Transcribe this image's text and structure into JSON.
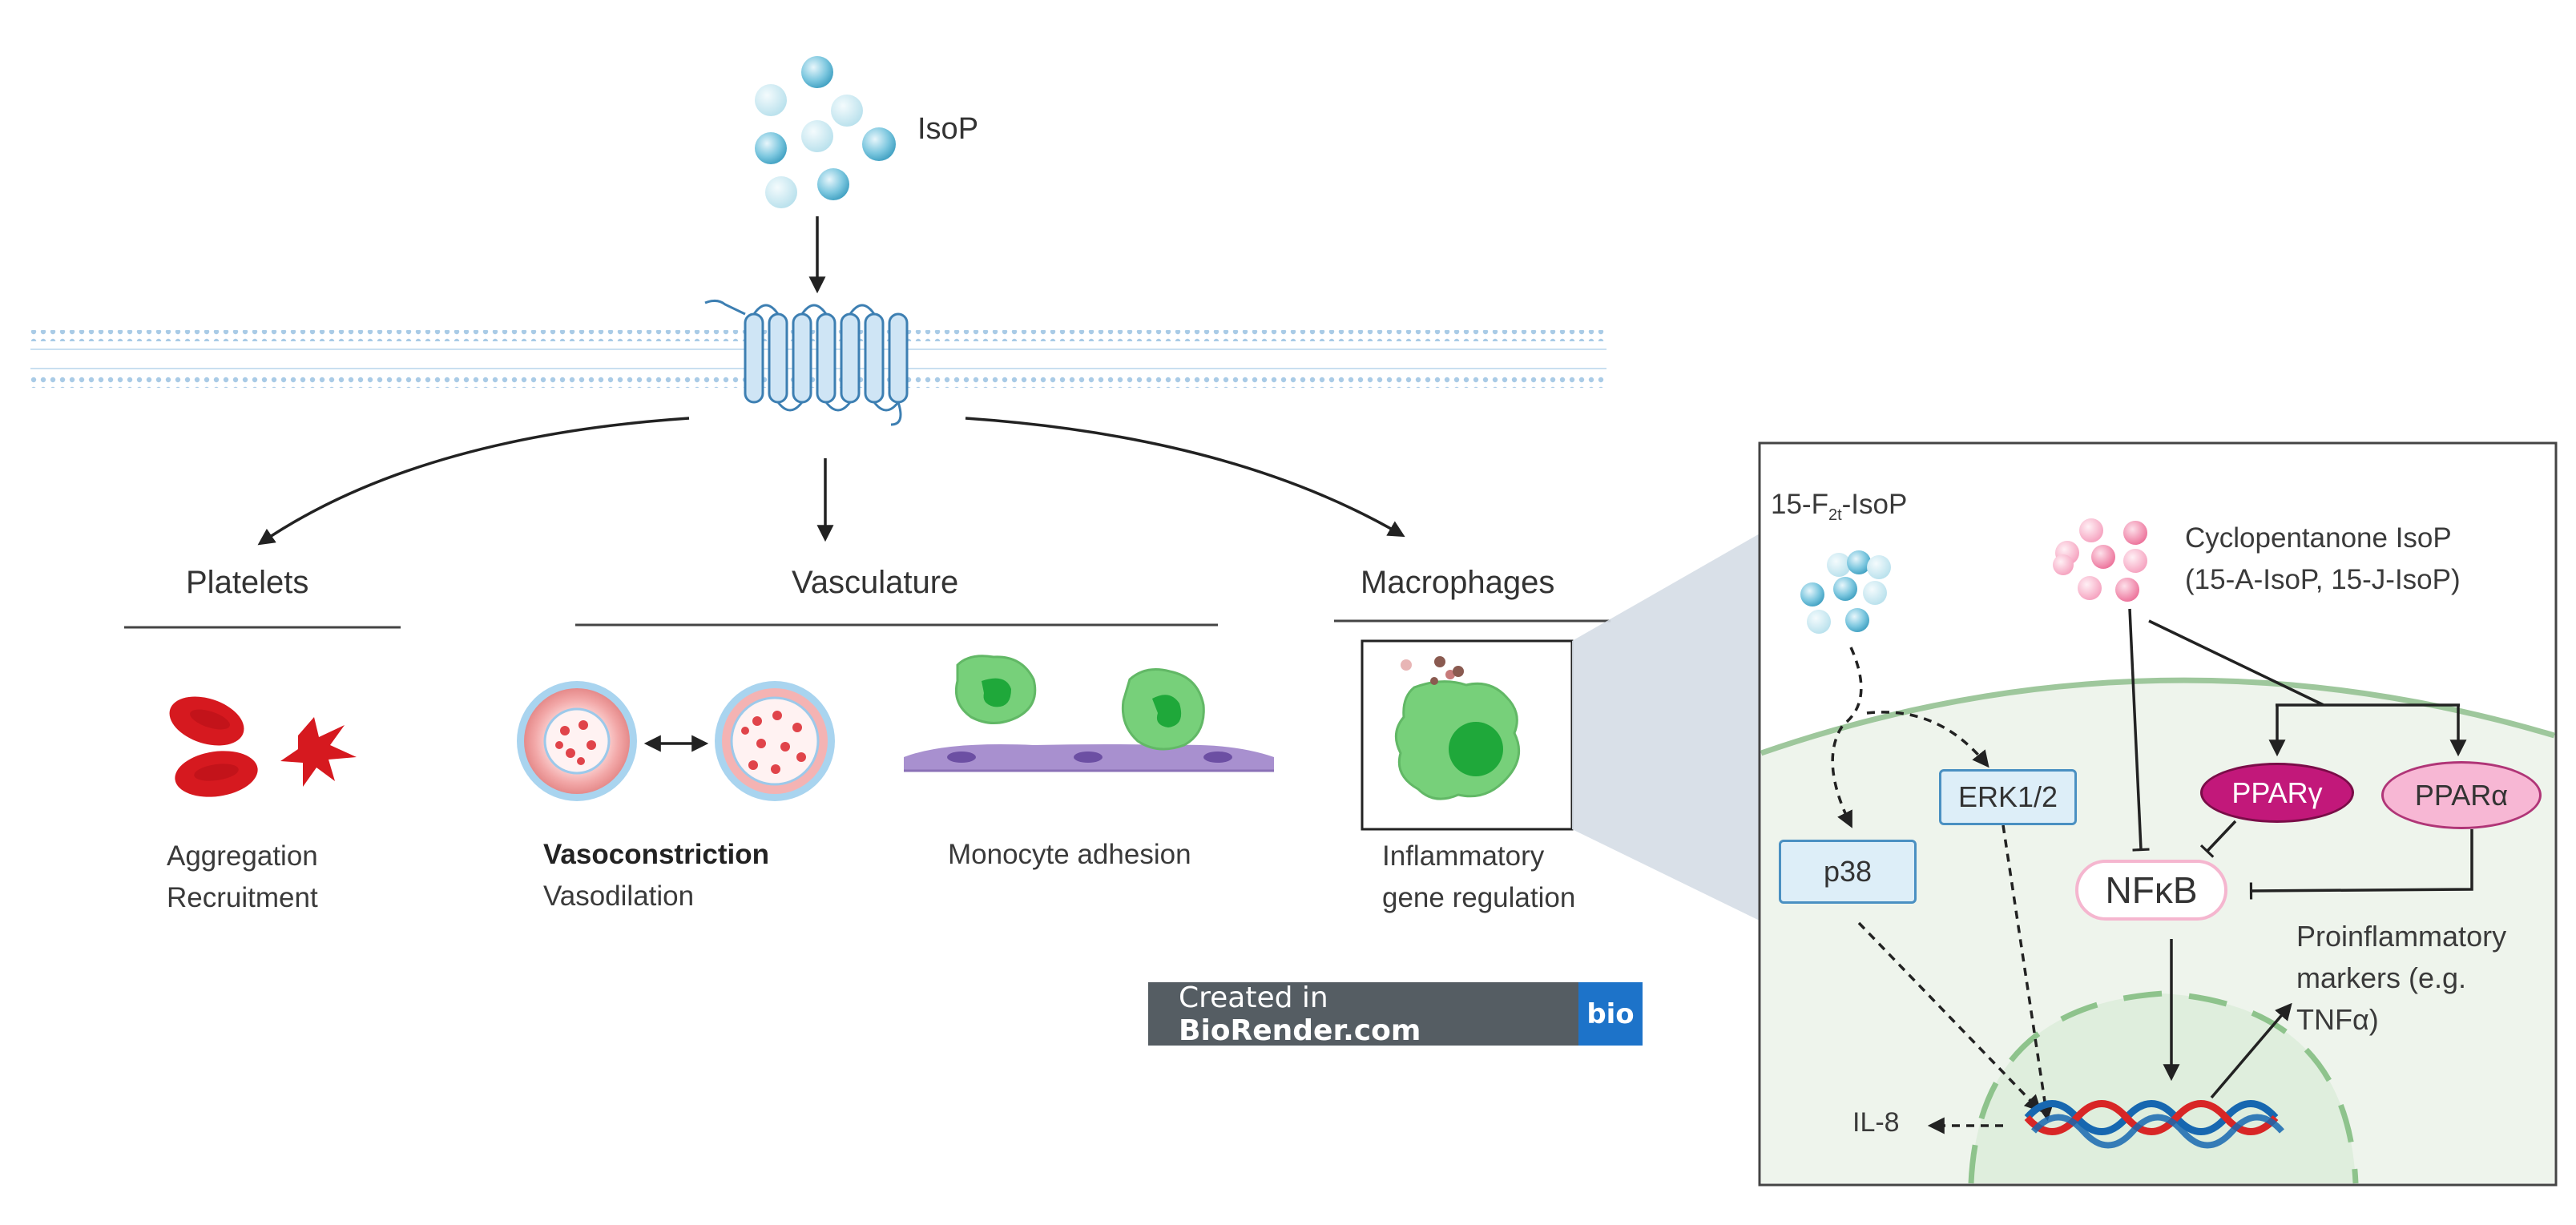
{
  "ligand": {
    "label": "IsoP"
  },
  "targets": {
    "platelets": {
      "title": "Platelets",
      "effect_1": "Aggregation",
      "effect_2": "Recruitment"
    },
    "vasculature": {
      "title": "Vasculature",
      "effect_1": "Vasoconstriction",
      "effect_2": "Vasodilation",
      "effect_3": "Monocyte adhesion"
    },
    "macrophages": {
      "title": "Macrophages",
      "effect_1": "Inflammatory",
      "effect_2": "gene regulation"
    }
  },
  "inset": {
    "f2_isop": {
      "prefix": "15-F",
      "subscript": "2t",
      "suffix": "-IsoP"
    },
    "cyclopentanone": {
      "line_1": "Cyclopentanone IsoP",
      "line_2": "(15-A-IsoP, 15-J-IsoP)"
    },
    "erk": "ERK1/2",
    "p38": "p38",
    "ppar_gamma": "PPARγ",
    "ppar_alpha": "PPARα",
    "nfkb": "NFκB",
    "proinflammatory": {
      "line_1": "Proinflammatory",
      "line_2": "markers (e.g.",
      "line_3": "TNFα)"
    },
    "il8": "IL-8"
  },
  "watermark": {
    "prefix": "Created in ",
    "brand": "BioRender.com",
    "logo": "bio"
  },
  "colors": {
    "membrane": "#8fb6d6",
    "ligand_blue": "#4fb0cf",
    "ligand_pink": "#f29bb8",
    "platelet_red": "#d6191f",
    "cell_green": "#77d07a",
    "nucleus_green": "#1fa83a",
    "endothelium_purple": "#a890cf",
    "kinase_border": "#4a90c2",
    "ppar_gamma": "#c2187a",
    "ppar_alpha": "#f7b7d4",
    "dna_blue": "#1767b0",
    "dna_red": "#d82626",
    "badge_grey": "#555d63",
    "badge_blue": "#1d73c9"
  }
}
